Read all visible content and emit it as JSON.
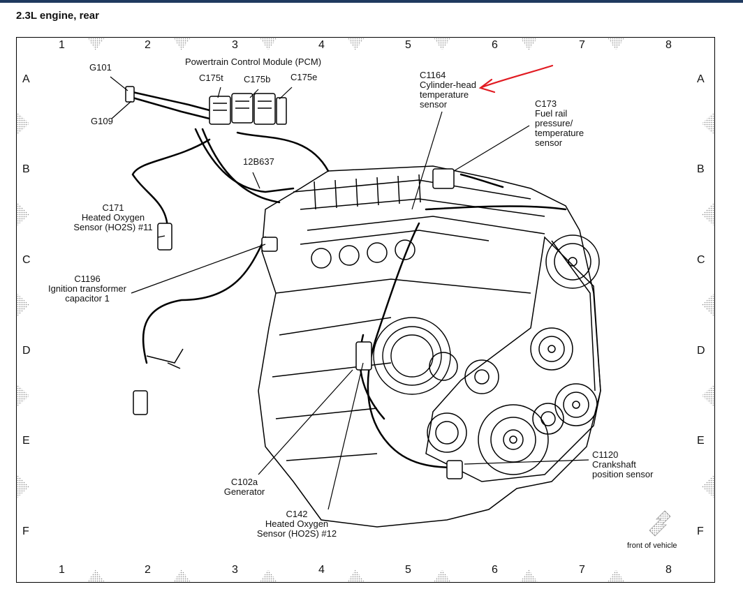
{
  "title": "2.3L engine, rear",
  "grid": {
    "columns": [
      "1",
      "2",
      "3",
      "4",
      "5",
      "6",
      "7",
      "8"
    ],
    "rows": [
      "A",
      "B",
      "C",
      "D",
      "E",
      "F"
    ]
  },
  "labels": {
    "pcm": "Powertrain Control Module (PCM)",
    "g101": "G101",
    "g109": "G109",
    "c175t": "C175t",
    "c175b": "C175b",
    "c175e": "C175e",
    "b637": "12B637",
    "c1164": [
      "C1164",
      "Cylinder-head",
      "temperature",
      "sensor"
    ],
    "c173": [
      "C173",
      "Fuel rail",
      "pressure/",
      "temperature",
      "sensor"
    ],
    "c171": [
      "C171",
      "Heated Oxygen",
      "Sensor (HO2S) #11"
    ],
    "c1196": [
      "C1196",
      "Ignition transformer",
      "capacitor 1"
    ],
    "c102a": [
      "C102a",
      "Generator"
    ],
    "c142": [
      "C142",
      "Heated Oxygen",
      "Sensor (HO2S) #12"
    ],
    "c1120": [
      "C1120",
      "Crankshaft",
      "position sensor"
    ],
    "front": "front of vehicle"
  },
  "colors": {
    "annotation": "#e11b22",
    "line": "#000000",
    "header_bar": "#1f3a5f"
  }
}
